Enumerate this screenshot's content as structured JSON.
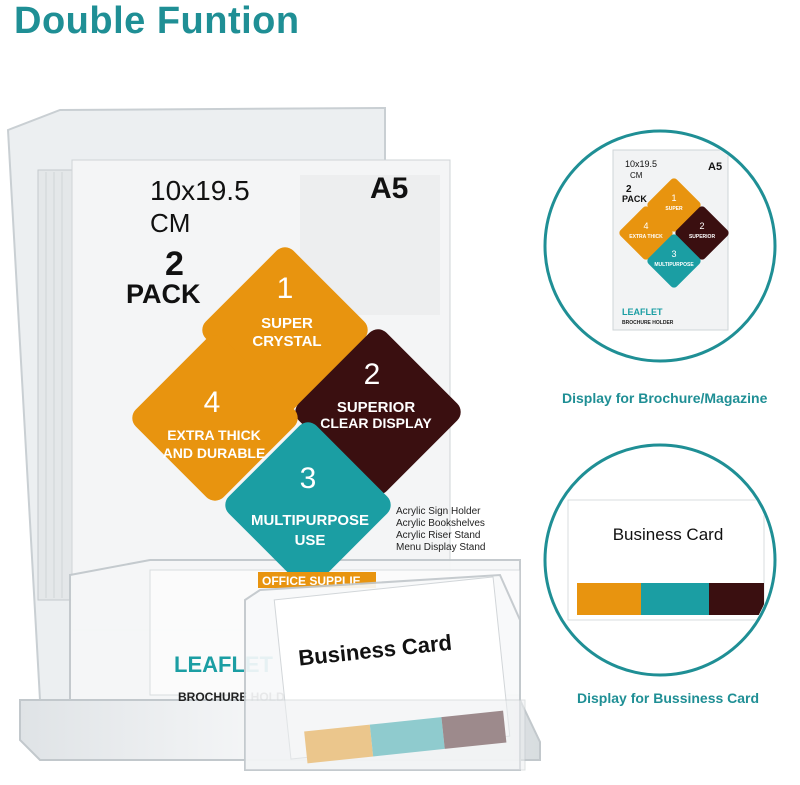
{
  "headline": "Double Funtion",
  "colors": {
    "teal": "#1f8f95",
    "orange": "#e8940f",
    "cyan": "#1b9ea3",
    "brown": "#3a0f10"
  },
  "leaflet": {
    "size_line1": "10x19.5",
    "size_line2": "CM",
    "format": "A5",
    "pack_line1": "2",
    "pack_line2": "PACK",
    "badges": [
      {
        "num": "1",
        "line1": "SUPER",
        "line2": "CRYSTAL"
      },
      {
        "num": "2",
        "line1": "SUPERIOR",
        "line2": "CLEAR DISPLAY"
      },
      {
        "num": "3",
        "line1": "MULTIPURPOSE",
        "line2": "USE"
      },
      {
        "num": "4",
        "line1": "EXTRA THICK",
        "line2": "AND DURABLE"
      }
    ],
    "office_label": "OFFICE SUPPLIE",
    "uses": [
      "Acrylic Sign Holder",
      "Acrylic Bookshelves",
      "Acrylic Riser Stand",
      "Menu Display Stand"
    ],
    "brand_line1": "LEAFLET",
    "brand_line2": "BROCHURE HOLDER"
  },
  "card": {
    "title": "Business Card"
  },
  "captions": {
    "brochure": "Display for Brochure/Magazine",
    "card": "Display for Bussiness Card"
  }
}
